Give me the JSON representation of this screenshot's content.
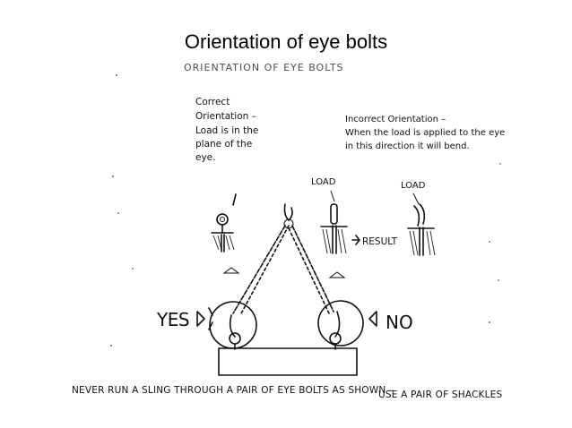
{
  "slide": {
    "title": "Orientation of eye bolts"
  },
  "figure": {
    "scan_header": "ORIENTATION OF EYE BOLTS",
    "correct_note": [
      "Correct",
      "Orientation –",
      "Load is in the",
      "plane of the",
      "eye."
    ],
    "incorrect_note": [
      "Incorrect Orientation –",
      "When the load is applied to the eye",
      "in this direction it will bend."
    ],
    "load_label_1": "LOAD",
    "load_label_2": "LOAD",
    "result_label": "RESULT",
    "yes_label": "YES",
    "no_label": "NO",
    "footer_warning": "NEVER RUN A SLING THROUGH A PAIR OF EYE BOLTS AS SHOWN –",
    "footer_advice": "USE A PAIR OF SHACKLES"
  }
}
